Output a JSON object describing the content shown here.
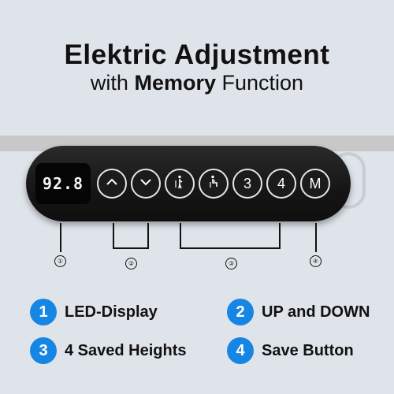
{
  "header": {
    "title": "Elektric Adjustment",
    "subtitle_prefix": "with",
    "subtitle_bold": "Memory",
    "subtitle_suffix": "Function"
  },
  "controller": {
    "display_value": "92.8",
    "buttons": [
      {
        "label": "",
        "icon": "up-chevron-icon"
      },
      {
        "label": "",
        "icon": "down-chevron-icon"
      },
      {
        "label": "",
        "icon": "standing-person-icon"
      },
      {
        "label": "",
        "icon": "sitting-person-icon"
      },
      {
        "label": "3",
        "icon": ""
      },
      {
        "label": "4",
        "icon": ""
      },
      {
        "label": "M",
        "icon": ""
      }
    ]
  },
  "callouts": [
    "①",
    "②",
    "③",
    "④"
  ],
  "legend": [
    {
      "num": "1",
      "label": "LED-Display"
    },
    {
      "num": "2",
      "label": "UP and DOWN"
    },
    {
      "num": "3",
      "label": "4 Saved Heights"
    },
    {
      "num": "4",
      "label": "Save Button"
    }
  ],
  "colors": {
    "accent": "#1686e5",
    "background": "#dfe3ea",
    "controller": "#151515"
  }
}
